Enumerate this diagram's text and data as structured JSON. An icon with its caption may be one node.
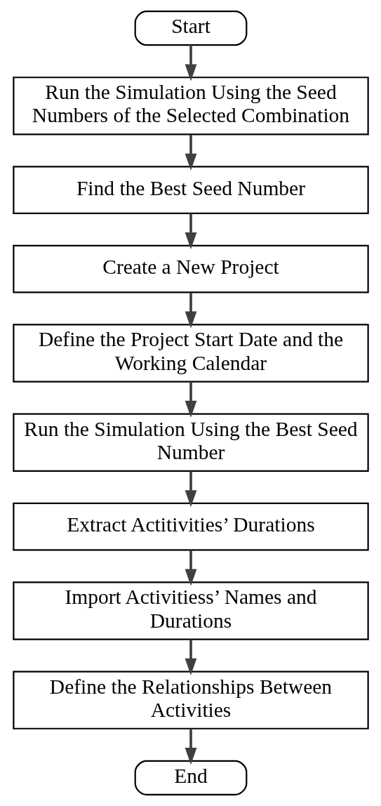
{
  "diagram": {
    "nodes": [
      {
        "text": [
          "Start"
        ]
      },
      {
        "text": [
          "Run the Simulation Using the Seed Numbers of the Selected Combination"
        ]
      },
      {
        "text": [
          "Find the Best Seed Number"
        ]
      },
      {
        "text": [
          "Create a New Project"
        ]
      },
      {
        "text": [
          "Define the Project Start Date and the Working Calendar"
        ]
      },
      {
        "text": [
          "Run the Simulation Using the Best Seed Number"
        ]
      },
      {
        "text": [
          "Extract Actitivities’ Durations"
        ]
      },
      {
        "text": [
          "Import Activitiess’ Names and Durations"
        ]
      },
      {
        "text": [
          "Define the Relationships Between Activities"
        ]
      },
      {
        "text": [
          "End"
        ]
      }
    ],
    "edges": [
      {
        "from": 0,
        "to": 1,
        "arrow": "to"
      },
      {
        "from": 1,
        "to": 2,
        "arrow": "to"
      },
      {
        "from": 2,
        "to": 3,
        "arrow": "to"
      },
      {
        "from": 3,
        "to": 4,
        "arrow": "to"
      },
      {
        "from": 4,
        "to": 5,
        "arrow": "to"
      },
      {
        "from": 5,
        "to": 6,
        "arrow": "to"
      },
      {
        "from": 6,
        "to": 7,
        "arrow": "to"
      },
      {
        "from": 7,
        "to": 8,
        "arrow": "to"
      },
      {
        "from": 8,
        "to": 9,
        "arrow": "to"
      }
    ]
  }
}
